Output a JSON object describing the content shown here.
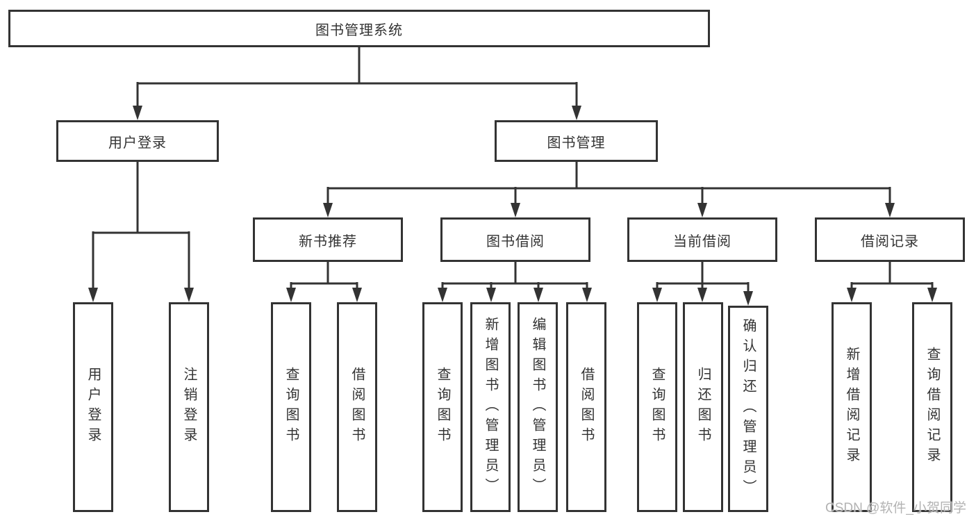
{
  "diagram": {
    "title_node": {
      "label": "图书管理系统"
    },
    "level2": [
      {
        "id": "user-login",
        "label": "用户登录"
      },
      {
        "id": "book-management",
        "label": "图书管理"
      }
    ],
    "level3": [
      {
        "id": "new-book-recommend",
        "label": "新书推荐",
        "parent": "book-management"
      },
      {
        "id": "book-borrow",
        "label": "图书借阅",
        "parent": "book-management"
      },
      {
        "id": "current-borrow",
        "label": "当前借阅",
        "parent": "book-management"
      },
      {
        "id": "borrow-record",
        "label": "借阅记录",
        "parent": "book-management"
      }
    ],
    "leaves": [
      {
        "label": "用户登录",
        "parent": "user-login"
      },
      {
        "label": "注销登录",
        "parent": "user-login"
      },
      {
        "label": "查询图书",
        "parent": "new-book-recommend"
      },
      {
        "label": "借阅图书",
        "parent": "new-book-recommend"
      },
      {
        "label": "查询图书",
        "parent": "book-borrow"
      },
      {
        "label": "新增图书（管理员）",
        "parent": "book-borrow"
      },
      {
        "label": "编辑图书（管理员）",
        "parent": "book-borrow"
      },
      {
        "label": "借阅图书",
        "parent": "book-borrow"
      },
      {
        "label": "查询图书",
        "parent": "current-borrow"
      },
      {
        "label": "归还图书",
        "parent": "current-borrow"
      },
      {
        "label": "确认归还（管理员）",
        "parent": "current-borrow"
      },
      {
        "label": "新增借阅记录",
        "parent": "borrow-record"
      },
      {
        "label": "查询借阅记录",
        "parent": "borrow-record"
      }
    ],
    "watermark": "CSDN @软件_小贺同学",
    "colors": {
      "line": "#333333",
      "box_border": "#333333",
      "text": "#333333",
      "watermark": "#b3b3b3",
      "background": "#ffffff"
    }
  }
}
